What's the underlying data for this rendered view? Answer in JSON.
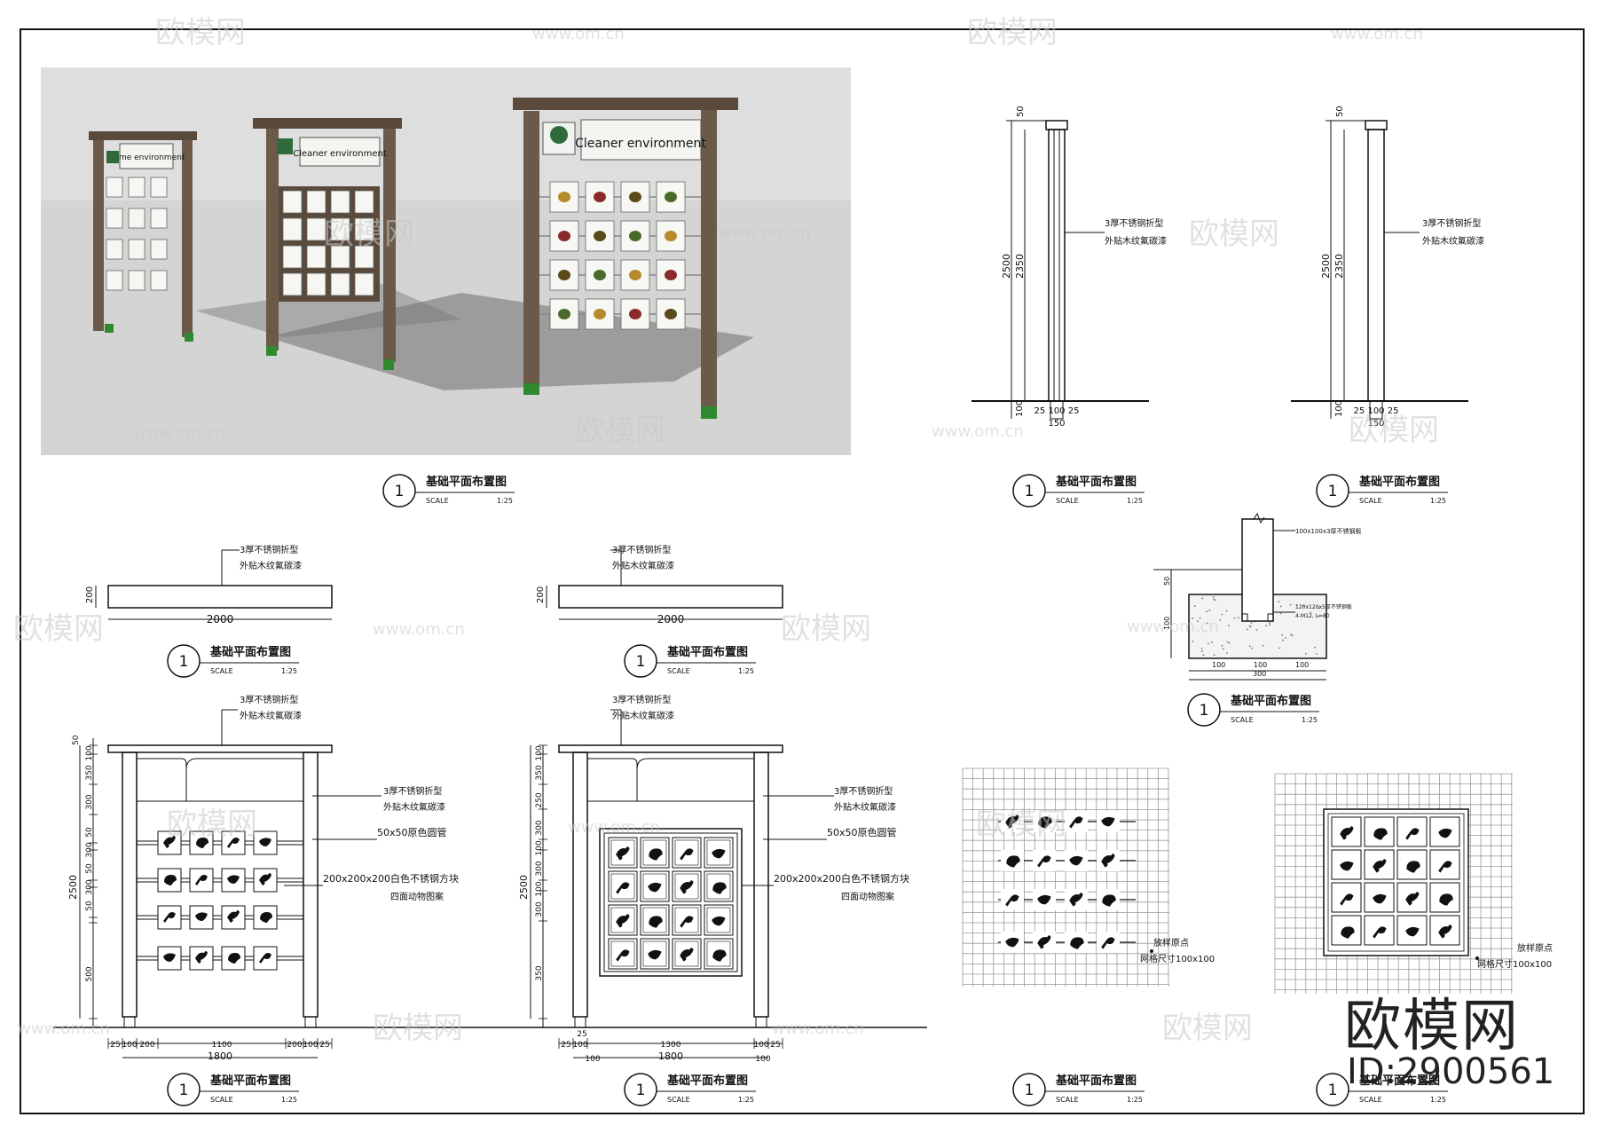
{
  "render": {
    "boards": [
      {
        "title": "Dome environment",
        "cols": 3,
        "rows": 4
      },
      {
        "title": "Cleaner environment",
        "cols": 4,
        "rows": 4
      },
      {
        "title": "Cleaner environment",
        "cols": 4,
        "rows": 4
      }
    ]
  },
  "titles": {
    "plan_label": "基础平面布置图",
    "scale_word": "SCALE",
    "scale_value": "1:25",
    "bubble_number": "1"
  },
  "notes": {
    "steel": "3厚不锈钢折型",
    "wood": "外贴木纹氟碳漆",
    "tube": "50x50原色圆管",
    "block1": "200x200x200白色不锈钢方块",
    "block2": "四面动物图案",
    "anchor_plate": "100x100x3厚不锈钢板",
    "anchor_bolt1": "120x120x5厚不锈钢板",
    "anchor_bolt2": "4-M12, L=80",
    "grid1": "放样原点",
    "grid2": "网格尺寸100x100"
  },
  "dims": {
    "post_height": "2500",
    "post_inner": "2350",
    "post_top": "50",
    "post_base": "100",
    "post_width": "25 100 25",
    "post_width_total": "150",
    "beam_h": "200",
    "beam_w": "2000",
    "v1": [
      "100",
      "350",
      "300",
      "50",
      "300",
      "50",
      "300",
      "50",
      "500"
    ],
    "v2": [
      "100",
      "350",
      "250",
      "300",
      "100",
      "300",
      "100",
      "300",
      "350"
    ],
    "v_left_top": "50",
    "v_total": "2500",
    "h1": [
      "25",
      "100",
      "200",
      "1100",
      "200",
      "100",
      "25"
    ],
    "h1_total": "1800",
    "h2": [
      "25",
      "100",
      "1300",
      "100",
      "25"
    ],
    "h2_total": "1800",
    "f": [
      "100",
      "100",
      "100"
    ],
    "f_total": "300",
    "f_v": [
      "50",
      "100"
    ],
    "h2_top": "25",
    "h2_sub": "100"
  },
  "watermark": {
    "cn": "欧模网",
    "url": "www.om.cn"
  },
  "brand": {
    "name": "欧模网",
    "id": "ID:2900561"
  }
}
